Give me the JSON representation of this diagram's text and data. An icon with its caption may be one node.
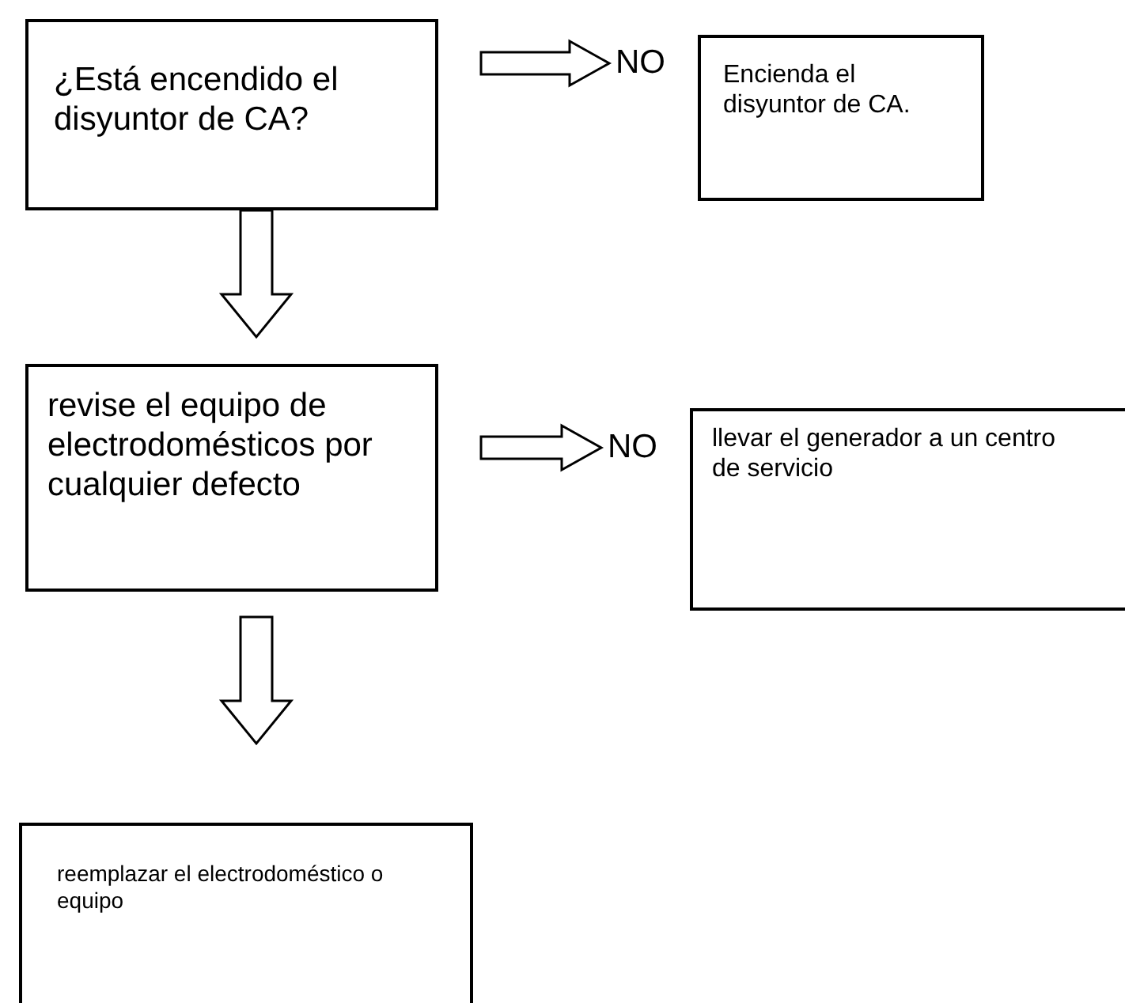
{
  "diagram": {
    "nodes": [
      {
        "text": [
          "¿Está encendido el disyuntor de CA?"
        ]
      },
      {
        "text": [
          "Encienda el disyuntor de CA."
        ]
      },
      {
        "text": [
          "revise el equipo de electrodomésticos por cualquier defecto"
        ]
      },
      {
        "text": [
          "llevar el generador a un centro de servicio"
        ]
      },
      {
        "text": [
          "reemplazar el electrodoméstico o equipo"
        ]
      }
    ],
    "edges": [
      {
        "from": 0,
        "to": 1,
        "arrow": "to",
        "label": "NO"
      },
      {
        "from": 0,
        "to": 2,
        "arrow": "to"
      },
      {
        "from": 2,
        "to": 3,
        "arrow": "to",
        "label": "NO"
      },
      {
        "from": 2,
        "to": 4,
        "arrow": "to"
      }
    ]
  }
}
